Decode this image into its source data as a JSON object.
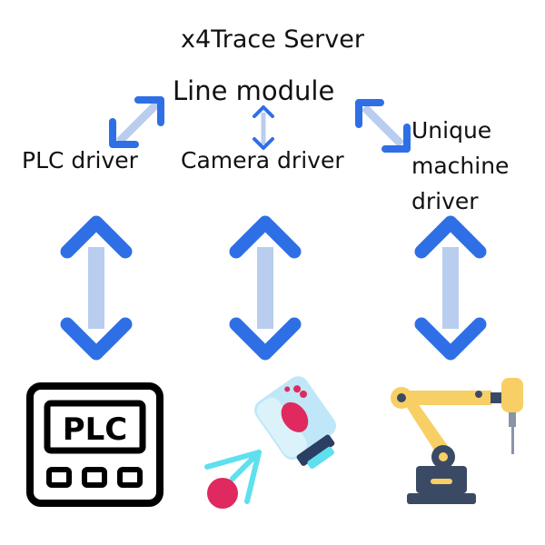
{
  "title": "x4Trace Server",
  "line_module": "Line module",
  "drivers": {
    "plc": "PLC driver",
    "camera": "Camera driver",
    "unique": [
      "Unique",
      "machine",
      "driver"
    ]
  },
  "plc_device": {
    "label": "PLC"
  },
  "colors": {
    "arrow_head": "#2f6fe6",
    "arrow_shaft": "#b9cdee",
    "plc_outline": "#000000",
    "camera_body": "#bfe7f7",
    "camera_lens": "#e0295e",
    "camera_cap": "#2b3e63",
    "beam": "#5ee0ef",
    "robot_arm": "#f7cf64",
    "robot_base": "#3b4a64"
  }
}
